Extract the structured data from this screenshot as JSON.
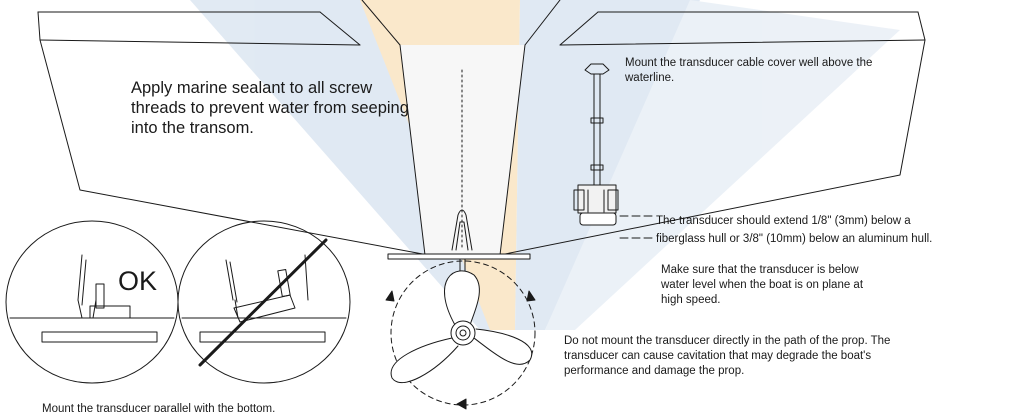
{
  "labels": {
    "sealant_note": "Apply marine sealant to all screw threads to prevent water from seeping into the transom.",
    "cable_cover_note": "Mount the transducer cable cover well above the waterline.",
    "extend_note_line1": "The transducer should extend 1/8\" (3mm) below a",
    "extend_note_line2": "fiberglass hull or 3/8\" (10mm) below an aluminum hull.",
    "plane_note": "Make sure that the transducer is below water level when the boat is on plane at high speed.",
    "prop_note": "Do not mount the transducer directly in the path of the prop. The transducer can cause cavitation that may degrade the boat's performance and damage the prop.",
    "parallel_note": "Mount the transducer parallel with the bottom.",
    "ok_mark": "OK"
  },
  "icons": {
    "prohibited": "prohibited-slash-icon",
    "rotation": "rotation-arrow-icon"
  },
  "colors": {
    "line": "#1a1a1a",
    "watermark_blue": "#c8d8ea",
    "watermark_orange": "#f6d7a2"
  }
}
